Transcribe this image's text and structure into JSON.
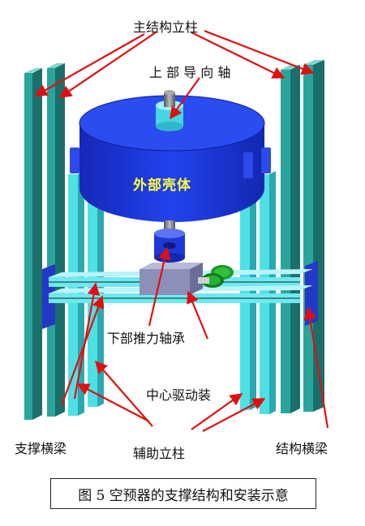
{
  "labels": {
    "main_columns": "主结构立柱",
    "upper_guide_shaft": "上 部 导 向 轴",
    "outer_shell": "外部壳体",
    "lower_thrust_bearing": "下部推力轴承",
    "center_drive": "中心驱动装",
    "support_beam": "支撑横梁",
    "aux_columns": "辅助立柱",
    "structure_beam": "结构横梁"
  },
  "caption": "图 5 空预器的支撑结构和安装示意",
  "colors": {
    "column_teal": "#2aa59e",
    "aux_cyan": "#4fe0e6",
    "shell_blue": "#1b34d8",
    "shell_text": "#ffff3a",
    "arrow_red": "#e01010",
    "beam_cyan": "#6fe8f0",
    "gear_green": "#1e9a2a",
    "bearing_block": "#8c8fb8"
  }
}
